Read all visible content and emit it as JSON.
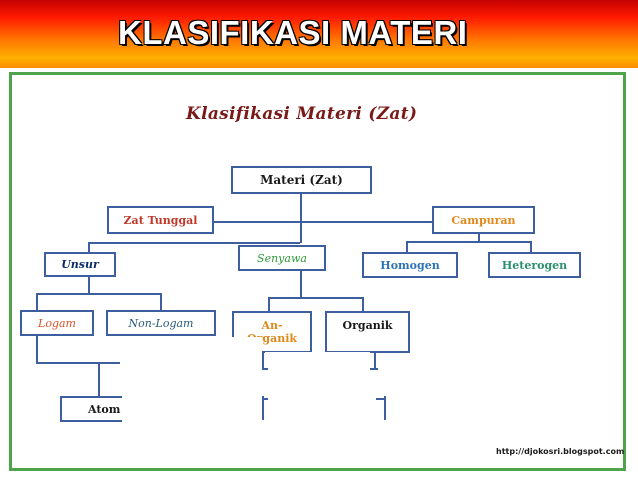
{
  "slide": {
    "title": "KLASIFIKASI MATERI"
  },
  "diagram": {
    "title": "Klasifikasi Materi (Zat)",
    "nodes": {
      "materi": "Materi (Zat)",
      "zat_tunggal": "Zat Tunggal",
      "campuran": "Campuran",
      "unsur": "Unsur",
      "senyawa": "Senyawa",
      "homogen": "Homogen",
      "heterogen": "Heterogen",
      "logam": "Logam",
      "non_logam": "Non-Logam",
      "anorganik_line1": "An-",
      "anorganik_line2": "Organik",
      "organik": "Organik",
      "atom": "Atom"
    },
    "credit": "http://djokosri.blogspot.com"
  },
  "colors": {
    "title_text": "#ffffff",
    "frame_border": "#4fa34a",
    "box_border": "#3d5fa0",
    "diagram_title": "#7a1a18"
  }
}
